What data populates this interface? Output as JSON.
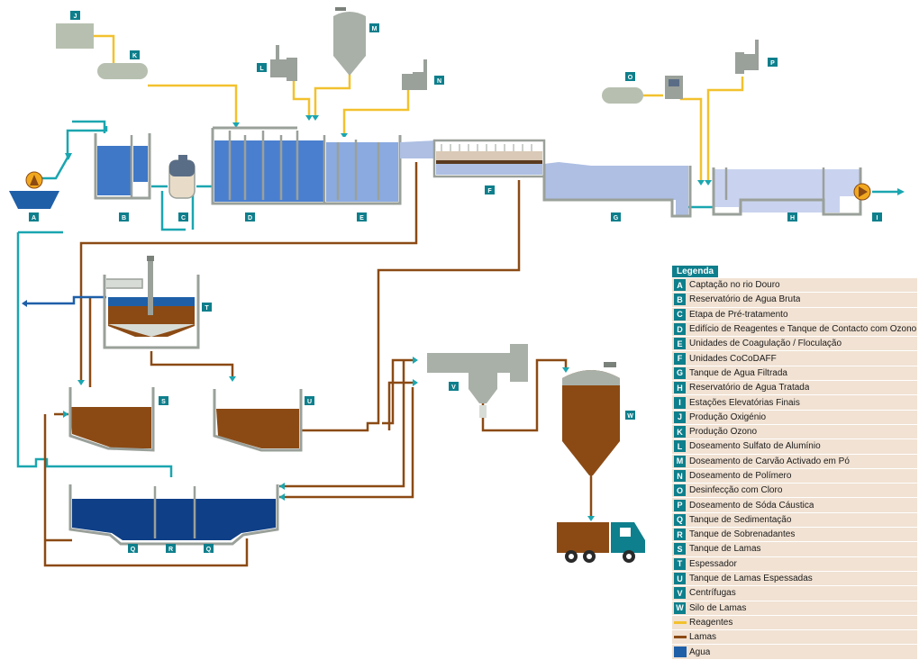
{
  "legend": {
    "title": "Legenda",
    "items": [
      {
        "key": "A",
        "label": "Captação no rio Douro"
      },
      {
        "key": "B",
        "label": "Reservatório de Água Bruta"
      },
      {
        "key": "C",
        "label": "Etapa de Pré-tratamento"
      },
      {
        "key": "D",
        "label": "Edifício de Reagentes e Tanque de Contacto com Ozono"
      },
      {
        "key": "E",
        "label": "Unidades de Coagulação / Floculação"
      },
      {
        "key": "F",
        "label": "Unidades CoCoDAFF"
      },
      {
        "key": "G",
        "label": "Tanque de Água Filtrada"
      },
      {
        "key": "H",
        "label": "Reservatório de Água Tratada"
      },
      {
        "key": "I",
        "label": "Estações Elevatórias Finais"
      },
      {
        "key": "J",
        "label": "Produção Oxigénio"
      },
      {
        "key": "K",
        "label": "Produção Ozono"
      },
      {
        "key": "L",
        "label": "Doseamento Sulfato de Alumínio"
      },
      {
        "key": "M",
        "label": "Doseamento de Carvão Activado em Pó"
      },
      {
        "key": "N",
        "label": "Doseamento de Polímero"
      },
      {
        "key": "O",
        "label": "Desinfecção com Cloro"
      },
      {
        "key": "P",
        "label": "Doseamento de Sóda Cáustica"
      },
      {
        "key": "Q",
        "label": "Tanque de Sedimentação"
      },
      {
        "key": "R",
        "label": "Tanque de Sobrenadantes"
      },
      {
        "key": "S",
        "label": "Tanque de Lamas"
      },
      {
        "key": "T",
        "label": "Espessador"
      },
      {
        "key": "U",
        "label": "Tanque de Lamas Espessadas"
      },
      {
        "key": "V",
        "label": "Centrífugas"
      },
      {
        "key": "W",
        "label": "Silo de Lamas"
      }
    ],
    "line_types": [
      {
        "label": "Reagentes",
        "color": "#f2c12e",
        "kind": "line"
      },
      {
        "label": "Lamas",
        "color": "#8b4a14",
        "kind": "line"
      },
      {
        "label": "Água",
        "color": "#1f5fa8",
        "kind": "box"
      }
    ]
  },
  "colors": {
    "reagent": "#f2c12e",
    "sludge": "#8b4a14",
    "water": "#1f5fa8",
    "water_light": "#aebfe3",
    "cyan_line": "#1aa6b0",
    "tag": "#0e7f8c",
    "equipment": "#a9b0a8",
    "wall": "#9aa09a"
  },
  "diagram": {
    "labels": {
      "A": "A",
      "B": "B",
      "C": "C",
      "D": "D",
      "E": "E",
      "F": "F",
      "G": "G",
      "H": "H",
      "I": "I",
      "J": "J",
      "K": "K",
      "L": "L",
      "M": "M",
      "N": "N",
      "O": "O",
      "P": "P",
      "Q": "Q",
      "R": "R",
      "S": "S",
      "T": "T",
      "U": "U",
      "V": "V",
      "W": "W"
    }
  }
}
